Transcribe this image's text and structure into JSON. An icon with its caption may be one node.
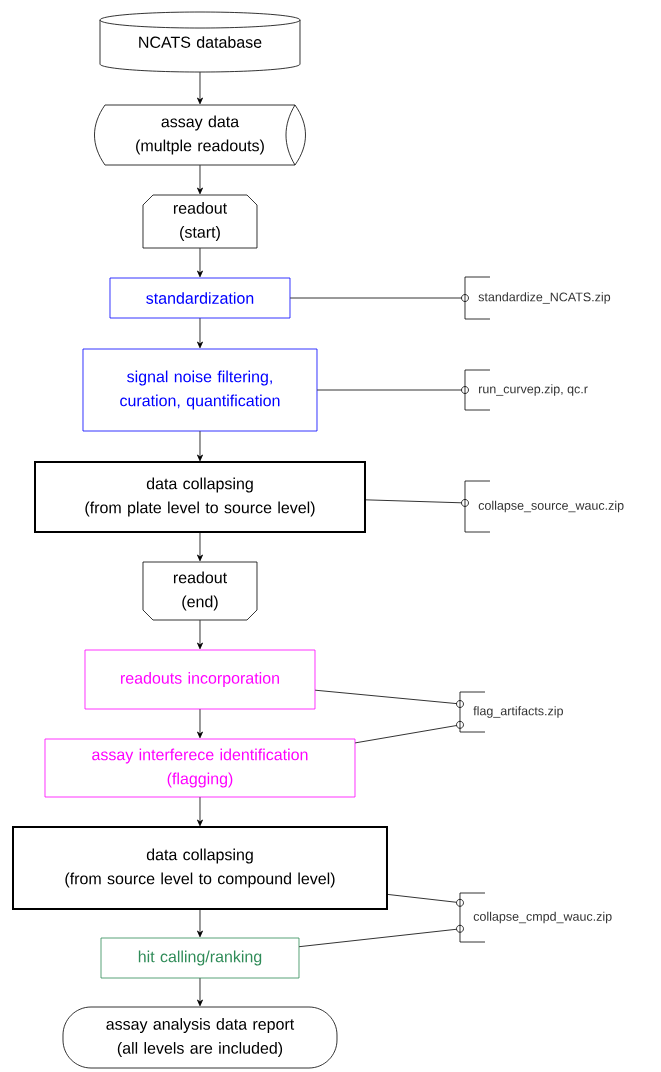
{
  "diagram": {
    "nodes": [
      {
        "text": [
          "NCATS database"
        ]
      },
      {
        "text": [
          "assay data",
          "(multple readouts)"
        ]
      },
      {
        "text": [
          "readout",
          "(start)"
        ]
      },
      {
        "text": [
          "standardization"
        ]
      },
      {
        "text": [
          "standardize_NCATS.zip"
        ]
      },
      {
        "text": [
          "signal noise filtering, curation, quantification"
        ]
      },
      {
        "text": [
          "run_curvep.zip, qc.r"
        ]
      },
      {
        "text": [
          "data collapsing",
          "(from plate level to source level)"
        ]
      },
      {
        "text": [
          "collapse_source_wauc.zip"
        ]
      },
      {
        "text": [
          "readout",
          "(end)"
        ]
      },
      {
        "text": [
          "readouts incorporation"
        ]
      },
      {
        "text": [
          "flag_artifacts.zip"
        ]
      },
      {
        "text": [
          "assay interferece identification",
          "(flagging)"
        ]
      },
      {
        "text": [
          "data collapsing",
          "(from source level to compound level)"
        ]
      },
      {
        "text": [
          "collapse_cmpd_wauc.zip"
        ]
      },
      {
        "text": [
          "hit calling/ranking"
        ]
      },
      {
        "text": [
          "assay analysis data report",
          "(all levels are included)"
        ]
      }
    ],
    "edges": [
      {
        "from": 0,
        "to": 1,
        "arrow": "to"
      },
      {
        "from": 1,
        "to": 2,
        "arrow": "to"
      },
      {
        "from": 2,
        "to": 3,
        "arrow": "to"
      },
      {
        "from": 3,
        "to": 5,
        "arrow": "to"
      },
      {
        "from": 5,
        "to": 7,
        "arrow": "to"
      },
      {
        "from": 7,
        "to": 9,
        "arrow": "to"
      },
      {
        "from": 9,
        "to": 10,
        "arrow": "to"
      },
      {
        "from": 10,
        "to": 12,
        "arrow": "to"
      },
      {
        "from": 12,
        "to": 13,
        "arrow": "to"
      },
      {
        "from": 13,
        "to": 15,
        "arrow": "to"
      },
      {
        "from": 15,
        "to": 16,
        "arrow": "to"
      },
      {
        "from": 3,
        "to": 4,
        "arrow": "none"
      },
      {
        "from": 5,
        "to": 6,
        "arrow": "none"
      },
      {
        "from": 7,
        "to": 8,
        "arrow": "none"
      },
      {
        "from": 10,
        "to": 11,
        "arrow": "none"
      },
      {
        "from": 12,
        "to": 11,
        "arrow": "none"
      },
      {
        "from": 13,
        "to": 14,
        "arrow": "none"
      },
      {
        "from": 15,
        "to": 14,
        "arrow": "none"
      }
    ]
  }
}
